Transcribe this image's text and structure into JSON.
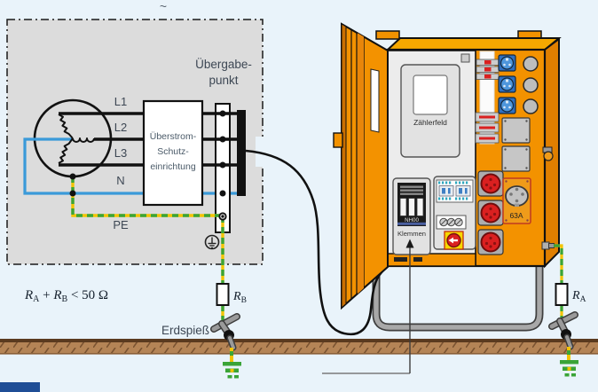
{
  "page": {
    "tilde": "~"
  },
  "colors": {
    "background": "#e9f3fa",
    "schematic_panel_gray": "#dcdcdc",
    "cabinet_orange": "#f39200",
    "cabinet_orange_dark": "#d97f00",
    "neutral_blue": "#3a9ad9",
    "pe_green": "#3aa437",
    "pe_yellow": "#f2c400",
    "ground_brown": "#b48456",
    "alert_red": "#da2020",
    "estop_yellow": "#f6d800",
    "footer_blue": "#1f4e96"
  },
  "schematic": {
    "transfer_point": {
      "line1": "Übergabe-",
      "line2": "punkt"
    },
    "conductors": {
      "l1": "L1",
      "l2": "L2",
      "l3": "L3",
      "n": "N",
      "pe": "PE"
    },
    "protection_device": {
      "line1": "Überstrom-",
      "line2": "Schutz-",
      "line3": "einrichtung"
    },
    "formula": {
      "r1": "R",
      "r1_sub": "A",
      "op": " + ",
      "r2": "R",
      "r2_sub": "B",
      "rest": " < 50 Ω"
    },
    "earth_rod_label": "Erdspieß",
    "resistor_b": {
      "base": "R",
      "sub": "B"
    },
    "resistor_a": {
      "base": "R",
      "sub": "A"
    }
  },
  "cabinet": {
    "meter_panel_label": "Zählerfeld",
    "nh_fuse_label": "NH00",
    "terminals_label": "Klemmen",
    "cee_socket_rating": "63A"
  }
}
